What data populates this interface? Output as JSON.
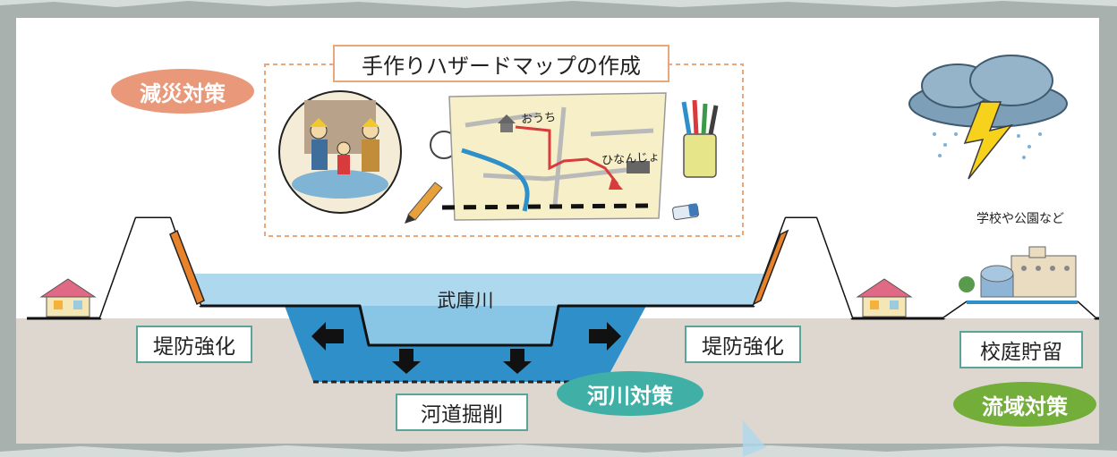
{
  "title": "手作りハザードマップの作成",
  "measures": {
    "gensai": "減災対策",
    "kasen": "河川対策",
    "ryuiki": "流域対策"
  },
  "labels": {
    "teibo_left": "堤防強化",
    "teibo_right": "堤防強化",
    "koutei": "校庭貯留",
    "kadou": "河道掘削",
    "river": "武庫川",
    "school": "学校や公園など"
  },
  "map_labels": {
    "home": "おうち",
    "shelter": "ひなんじょ"
  },
  "colors": {
    "water": "#2f8fc8",
    "water_light": "#aed8ee",
    "ground": "#ded7cf",
    "levee_reinforce": "#e8822b",
    "frame": "#a8b0ad",
    "box_border": "#5aa59a",
    "gensai_oval": "#e9997a",
    "kasen_oval": "#40b0a6",
    "ryuiki_oval": "#73ad3a"
  }
}
